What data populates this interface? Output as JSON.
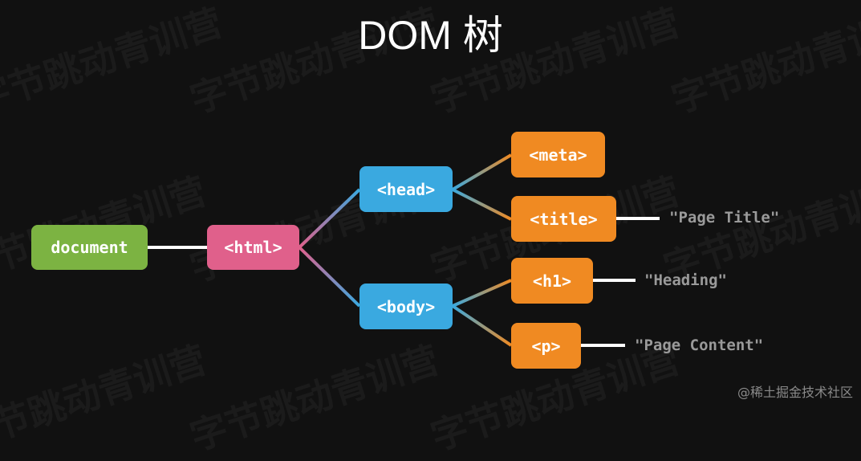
{
  "title": "DOM 树",
  "watermark": "字节跳动青训营",
  "credit": "@稀土掘金技术社区",
  "nodes": {
    "document": "document",
    "html": "<html>",
    "head": "<head>",
    "body": "<body>",
    "meta": "<meta>",
    "title_tag": "<title>",
    "h1": "<h1>",
    "p": "<p>"
  },
  "text_values": {
    "page_title": "\"Page Title\"",
    "heading": "\"Heading\"",
    "page_content": "\"Page Content\""
  },
  "colors": {
    "document": "#7cb342",
    "html": "#e0608b",
    "head_body": "#3aa9e0",
    "leaf": "#f08a22"
  }
}
